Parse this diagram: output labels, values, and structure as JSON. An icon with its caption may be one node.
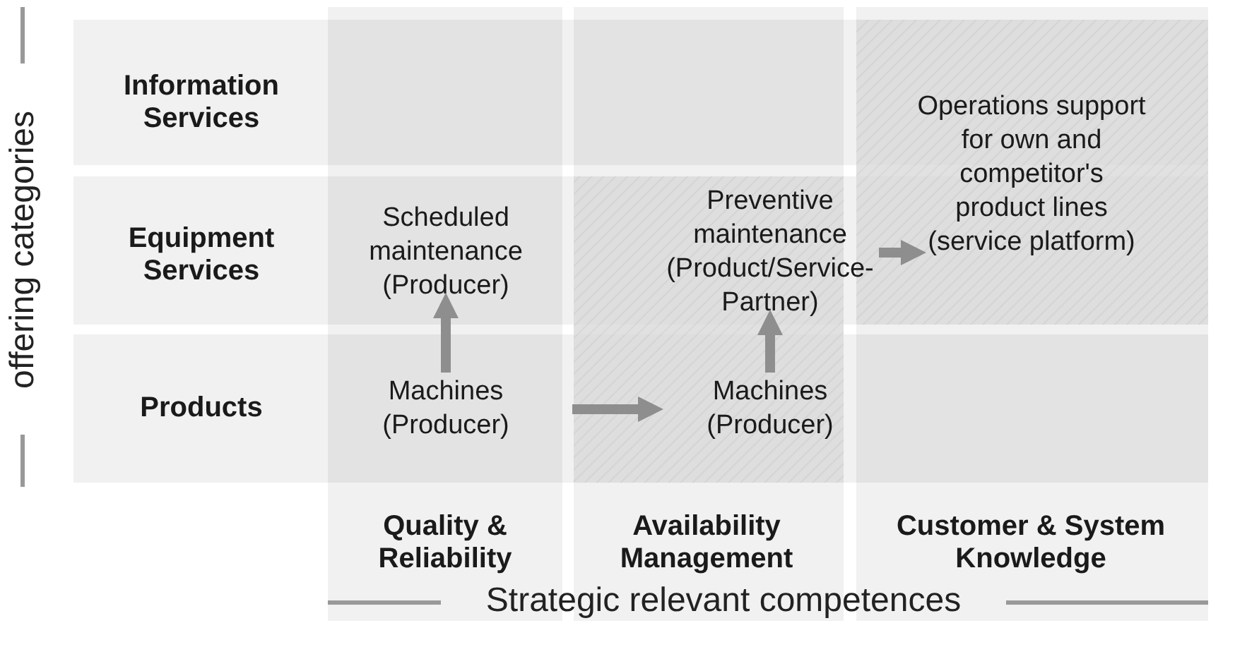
{
  "diagram": {
    "nodes": [
      {
        "text": [
          "Information Services"
        ]
      },
      {
        "text": [
          "Equipment Services"
        ]
      },
      {
        "text": [
          "Products"
        ]
      },
      {
        "text": [
          "Quality & Reliability"
        ]
      },
      {
        "text": [
          "Availability Management"
        ]
      },
      {
        "text": [
          "Customer & System Knowledge"
        ]
      },
      {
        "text": [
          "Operations support for own and competitor's product lines (service platform)"
        ]
      },
      {
        "text": [
          "Scheduled maintenance (Producer)"
        ]
      },
      {
        "text": [
          "Preventive maintenance (Product/Service-Partner)"
        ]
      },
      {
        "text": [
          "Machines (Producer)"
        ]
      },
      {
        "text": [
          "Machines (Producer)"
        ]
      }
    ],
    "edges": [
      {
        "from": 9,
        "to": 7,
        "arrow": "to"
      },
      {
        "from": 9,
        "to": 10,
        "arrow": "to"
      },
      {
        "from": 10,
        "to": 8,
        "arrow": "to"
      },
      {
        "from": 8,
        "to": 6,
        "arrow": "to"
      }
    ],
    "labels": [
      "offering categories",
      "Strategic relevant competences"
    ]
  }
}
